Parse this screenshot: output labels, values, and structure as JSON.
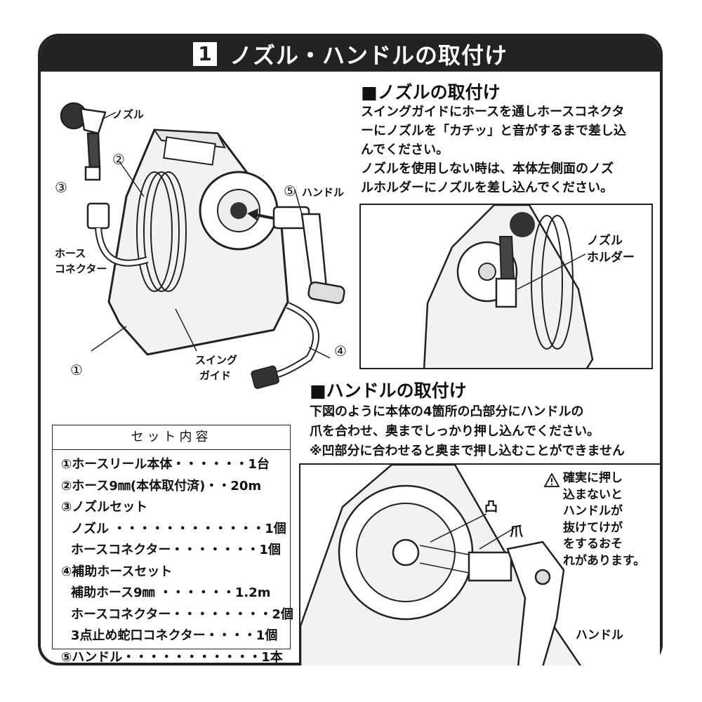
{
  "header": {
    "number": "1",
    "title": "ノズル・ハンドルの取付け"
  },
  "diagram": {
    "labels": {
      "nozzle": "ノズル",
      "handle": "ハンドル",
      "hose_connector_1": "ホース",
      "hose_connector_2": "コネクター",
      "swing_guide_1": "スイング",
      "swing_guide_2": "ガイド"
    },
    "numbers": [
      "①",
      "②",
      "③",
      "④",
      "⑤"
    ]
  },
  "nozzle_section": {
    "title": "■ノズルの取付け",
    "lines": [
      "スイングガイドにホースを通しホースコネクタ",
      "ーにノズルを「カチッ」と音がするまで差し込",
      "んでください。",
      "ノズルを使用しない時は、本体左側面のノズ",
      "ルホルダーにノズルを差し込んでください。"
    ],
    "holder_label_1": "ノズル",
    "holder_label_2": "ホルダー"
  },
  "handle_section": {
    "title": "■ハンドルの取付け",
    "lines": [
      "下図のように本体の4箇所の凸部分にハンドルの",
      "爪を合わせ、奥までしっかり押し込んでください。",
      "※凹部分に合わせると奥まで押し込むことができません"
    ],
    "convex_label": "凸",
    "claw_label": "爪",
    "handle_label": "ハンドル",
    "warning_lines": [
      "確実に押し",
      "込まないと",
      "ハンドルが",
      "抜けてけが",
      "をするおそ",
      "れがあります。"
    ]
  },
  "set_contents": {
    "title": "セット内容",
    "items": [
      {
        "text": "①ホースリール本体・・・・・・1台",
        "indent": false
      },
      {
        "text": "②ホース9㎜(本体取付済)・・20m",
        "indent": false
      },
      {
        "text": "③ノズルセット",
        "indent": false
      },
      {
        "text": "ノズル ・・・・・・・・・・・・1個",
        "indent": true
      },
      {
        "text": "ホースコネクター・・・・・・・1個",
        "indent": true
      },
      {
        "text": "④補助ホースセット",
        "indent": false
      },
      {
        "text": "補助ホース9㎜ ・・・・・・1.2m",
        "indent": true
      },
      {
        "text": "ホースコネクター・・・・・・・・2個",
        "indent": true
      },
      {
        "text": "3点止め蛇口コネクター・・・・1個",
        "indent": true
      },
      {
        "text": "⑤ハンドル・・・・・・・・・・・1本",
        "indent": false
      }
    ]
  },
  "colors": {
    "frame": "#222222",
    "fill_light": "#f2f2f2",
    "fill_mid": "#d9d9d9"
  }
}
